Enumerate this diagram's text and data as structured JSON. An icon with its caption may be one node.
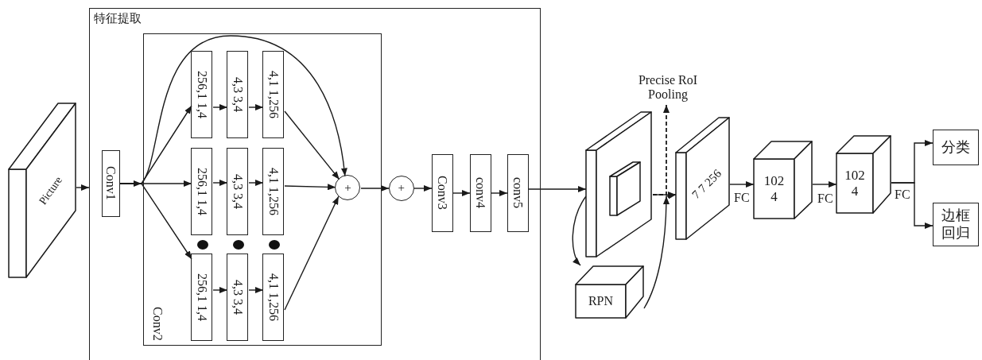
{
  "diagram": {
    "nodes": [
      {
        "text": [
          "Picture"
        ]
      },
      {
        "text": [
          "特征提取"
        ]
      },
      {
        "text": [
          "Conv1"
        ],
        "in": 1
      },
      {
        "text": [
          "Conv2"
        ],
        "in": 1
      },
      {
        "text": [
          "256,1 1,4"
        ],
        "in": 3
      },
      {
        "text": [
          "4,3 3,4"
        ],
        "in": 3
      },
      {
        "text": [
          "4,1 1,256"
        ],
        "in": 3
      },
      {
        "text": [
          "256,1 1,4"
        ],
        "in": 3
      },
      {
        "text": [
          "4,3 3,4"
        ],
        "in": 3
      },
      {
        "text": [
          "4,1 1,256"
        ],
        "in": 3
      },
      {
        "text": [
          "256,1 1,4"
        ],
        "in": 3
      },
      {
        "text": [
          "4,3 3,4"
        ],
        "in": 3
      },
      {
        "text": [
          "4,1 1,256"
        ],
        "in": 3
      },
      {
        "text": [
          "+"
        ],
        "in": 3
      },
      {
        "text": [
          "+"
        ],
        "in": 1
      },
      {
        "text": [
          "Conv3"
        ],
        "in": 1
      },
      {
        "text": [
          "conv4"
        ],
        "in": 1
      },
      {
        "text": [
          "conv5"
        ],
        "in": 1
      },
      {
        "text": [],
        "shape": "box"
      },
      {
        "text": [
          "RPN"
        ]
      },
      {
        "text": [
          "Precise RoI Pooling"
        ]
      },
      {
        "text": [
          "7 7 256"
        ]
      },
      {
        "text": [
          "102 4"
        ]
      },
      {
        "text": [
          "102 4"
        ]
      },
      {
        "text": [
          "分类"
        ]
      },
      {
        "text": [
          "边框回归"
        ]
      }
    ],
    "edges": [
      {
        "from": 0,
        "to": 1,
        "arrow": "to"
      },
      {
        "from": 2,
        "to": 4,
        "arrow": "to"
      },
      {
        "from": 2,
        "to": 7,
        "arrow": "to"
      },
      {
        "from": 2,
        "to": 10,
        "arrow": "to"
      },
      {
        "from": 2,
        "to": 13,
        "arrow": "to"
      },
      {
        "from": 4,
        "to": 5,
        "arrow": "to"
      },
      {
        "from": 5,
        "to": 6,
        "arrow": "to"
      },
      {
        "from": 7,
        "to": 8,
        "arrow": "to"
      },
      {
        "from": 8,
        "to": 9,
        "arrow": "to"
      },
      {
        "from": 10,
        "to": 11,
        "arrow": "to"
      },
      {
        "from": 11,
        "to": 12,
        "arrow": "to"
      },
      {
        "from": 6,
        "to": 13,
        "arrow": "to"
      },
      {
        "from": 9,
        "to": 13,
        "arrow": "to"
      },
      {
        "from": 12,
        "to": 13,
        "arrow": "to"
      },
      {
        "from": 13,
        "to": 14,
        "arrow": "to"
      },
      {
        "from": 14,
        "to": 15,
        "arrow": "to"
      },
      {
        "from": 15,
        "to": 16,
        "arrow": "to"
      },
      {
        "from": 16,
        "to": 17,
        "arrow": "to"
      },
      {
        "from": 17,
        "to": 18,
        "arrow": "to"
      },
      {
        "from": 18,
        "to": 19,
        "arrow": "to"
      },
      {
        "from": 18,
        "to": 21,
        "arrow": "to"
      },
      {
        "from": 19,
        "to": 21,
        "arrow": "to"
      },
      {
        "from": 18,
        "to": 20,
        "arrow": "to",
        "style": "dashed"
      },
      {
        "from": 21,
        "to": 22,
        "label": "FC",
        "arrow": "to"
      },
      {
        "from": 22,
        "to": 23,
        "label": "FC",
        "arrow": "to"
      },
      {
        "from": 23,
        "to": 24,
        "label": "FC",
        "arrow": "to"
      },
      {
        "from": 23,
        "to": 25,
        "arrow": "to"
      }
    ]
  }
}
